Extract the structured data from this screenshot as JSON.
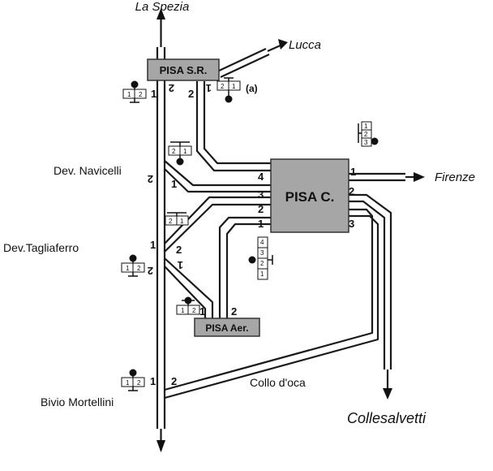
{
  "destinations": {
    "north": "La Spezia",
    "lucca": "Lucca",
    "firenze": "Firenze",
    "collesalvetti": "Collesalvetti"
  },
  "stations": {
    "pisa_sr": "PISA S.R.",
    "pisa_c": "PISA C.",
    "pisa_aer": "PISA Aer."
  },
  "junctions": {
    "navicelli": "Dev. Navicelli",
    "tagliaferro": "Dev.Tagliaferro",
    "mortellini": "Bivio Mortellini"
  },
  "collo_doca": {
    "text": "Collo d'oca",
    "color": "#cc0000"
  },
  "note_a": "(a)",
  "track_numbers": {
    "pisa_sr_left_1": "1",
    "pisa_sr_left_2": "2",
    "pisa_sr_right_2": "2",
    "pisa_sr_right_1": "1",
    "navicelli_main_2": "2",
    "navicelli_branch_1": "1",
    "pisa_c_4": "4",
    "pisa_c_3": "3",
    "pisa_c_2_left": "2",
    "pisa_c_1_left": "1",
    "pisa_c_1_right": "1",
    "pisa_c_2_right": "2",
    "pisa_c_3_right": "3",
    "tagliaferro_1": "1",
    "tagliaferro_2_main": "2",
    "tagliaferro_2_branch": "2",
    "tagliaferro_1_branch": "1",
    "aer_1": "1",
    "aer_2": "2",
    "mortellini_1": "1",
    "mortellini_2": "2"
  },
  "signal_digits": {
    "one": "1",
    "two": "2",
    "three": "3",
    "four": "4"
  }
}
